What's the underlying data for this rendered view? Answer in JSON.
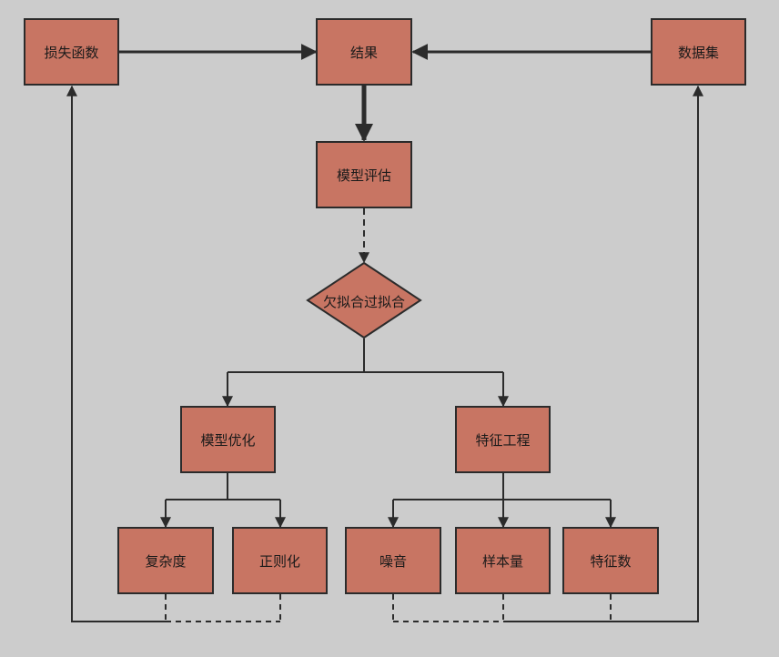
{
  "node_color": "#c87563",
  "line_color": "#2b2b2b",
  "nodes": {
    "loss_function": "损失函数",
    "result": "结果",
    "dataset": "数据集",
    "model_evaluation": "模型评估",
    "fit_decision": "欠拟合过拟合",
    "model_optimization": "模型优化",
    "feature_engineering": "特征工程",
    "complexity": "复杂度",
    "regularization": "正则化",
    "noise": "噪音",
    "sample_size": "样本量",
    "feature_count": "特征数"
  }
}
